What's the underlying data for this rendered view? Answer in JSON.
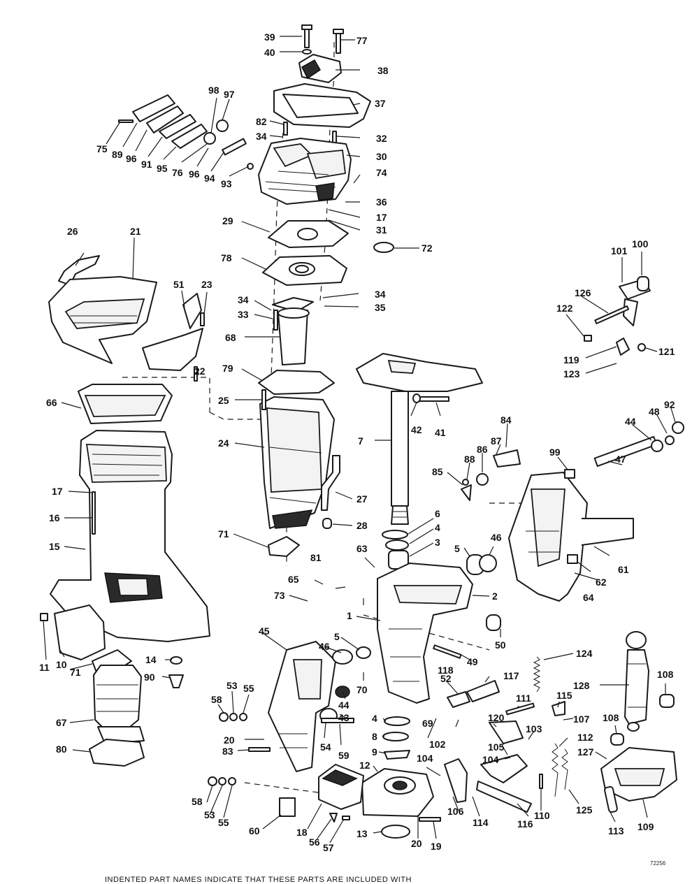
{
  "diagram": {
    "callouts": {
      "1": "1",
      "2": "2",
      "3": "3",
      "4": "4",
      "4b": "4",
      "5": "5",
      "5b": "5",
      "6": "6",
      "7": "7",
      "8": "8",
      "9": "9",
      "10": "10",
      "11": "11",
      "12": "12",
      "13": "13",
      "14": "14",
      "15": "15",
      "16": "16",
      "17": "17",
      "17b": "17",
      "18": "18",
      "19": "19",
      "20": "20",
      "20b": "20",
      "21": "21",
      "22": "22",
      "23": "23",
      "24": "24",
      "25": "25",
      "26": "26",
      "27": "27",
      "28": "28",
      "29": "29",
      "30": "30",
      "31": "31",
      "32": "32",
      "33": "33",
      "34": "34",
      "34b": "34",
      "34c": "34",
      "35": "35",
      "36": "36",
      "37": "37",
      "38": "38",
      "39": "39",
      "40": "40",
      "41": "41",
      "42": "42",
      "43": "43",
      "44": "44",
      "44b": "44",
      "45": "45",
      "46": "46",
      "46b": "46",
      "47": "47",
      "48": "48",
      "49": "49",
      "50": "50",
      "51": "51",
      "52": "52",
      "53": "53",
      "53b": "53",
      "54": "54",
      "55": "55",
      "55b": "55",
      "56": "56",
      "57": "57",
      "58": "58",
      "58b": "58",
      "59": "59",
      "60": "60",
      "61": "61",
      "62": "62",
      "63": "63",
      "64": "64",
      "65": "65",
      "66": "66",
      "67": "67",
      "68": "68",
      "69": "69",
      "70": "70",
      "71": "71",
      "71b": "71",
      "72": "72",
      "73": "73",
      "74": "74",
      "75": "75",
      "76": "76",
      "77": "77",
      "78": "78",
      "79": "79",
      "80": "80",
      "81": "81",
      "82": "82",
      "83": "83",
      "84": "84",
      "85": "85",
      "86": "86",
      "87": "87",
      "88": "88",
      "89": "89",
      "90": "90",
      "91": "91",
      "92": "92",
      "93": "93",
      "94": "94",
      "95": "95",
      "96": "96",
      "96b": "96",
      "97": "97",
      "98": "98",
      "99": "99",
      "100": "100",
      "101": "101",
      "102": "102",
      "103": "103",
      "104": "104",
      "104b": "104",
      "105": "105",
      "106": "106",
      "107": "107",
      "108": "108",
      "108b": "108",
      "109": "109",
      "110": "110",
      "111": "111",
      "112": "112",
      "113": "113",
      "114": "114",
      "115": "115",
      "116": "116",
      "117": "117",
      "118": "118",
      "119": "119",
      "120": "120",
      "121": "121",
      "122": "122",
      "123": "123",
      "124": "124",
      "125": "125",
      "126": "126",
      "127": "127",
      "128": "128"
    },
    "diagram_id": "72256",
    "footer_note": "INDENTED PART NAMES INDICATE THAT THESE PARTS ARE INCLUDED WITH"
  }
}
